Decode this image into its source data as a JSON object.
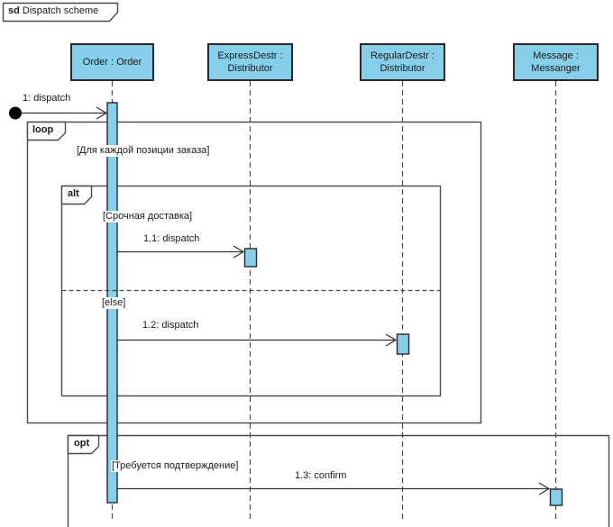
{
  "frame": {
    "keyword": "sd",
    "title": "Dispatch scheme"
  },
  "lifelines": [
    {
      "label": "Order : Order"
    },
    {
      "label": "ExpressDestr : Distributor"
    },
    {
      "label": "RegularDestr : Distributor"
    },
    {
      "label": "Message : Messanger"
    }
  ],
  "messages": [
    {
      "label": "1: dispatch"
    },
    {
      "label": "1.1: dispatch"
    },
    {
      "label": "1.2: dispatch"
    },
    {
      "label": "1.3: confirm"
    }
  ],
  "fragments": {
    "loop": {
      "operator": "loop",
      "guard": "[Для каждой позиции заказа]"
    },
    "alt": {
      "operator": "alt",
      "guard_main": "[Срочная доставка]",
      "guard_else": "[else]"
    },
    "opt": {
      "operator": "opt",
      "guard": "[Требуется подтверждение]"
    }
  },
  "colors": {
    "element_fill": "#85cfea",
    "element_border": "#25292b",
    "frame_border": "#4a4a4a",
    "message_line": "#333333",
    "text": "#1a1a1a",
    "background": "#ffffff"
  }
}
